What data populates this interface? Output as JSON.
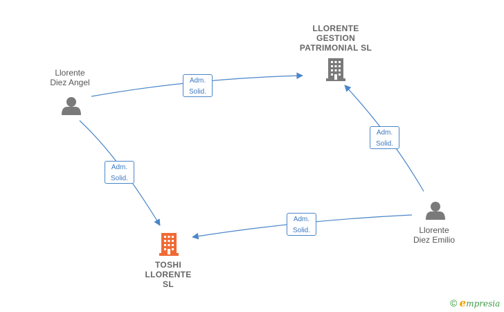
{
  "colors": {
    "edge": "#4a86c8",
    "person_icon": "#7a7a7a",
    "company_icon": "#7a7a7a",
    "main_company_icon": "#f06a35",
    "label_text": "#555555"
  },
  "nodes": {
    "person_angel": {
      "label": "Llorente\nDiez Angel",
      "icon": "person-icon"
    },
    "person_emilio": {
      "label": "Llorente\nDiez Emilio",
      "icon": "person-icon"
    },
    "company_gestion": {
      "label": "LLORENTE\nGESTION\nPATRIMONIAL SL",
      "icon": "building-icon"
    },
    "company_toshi": {
      "label": "TOSHI\nLLORENTE\nSL",
      "icon": "building-icon"
    }
  },
  "edges": [
    {
      "from": "person_angel",
      "to": "company_gestion",
      "label": "Adm.\nSolid."
    },
    {
      "from": "person_angel",
      "to": "company_toshi",
      "label": "Adm.\nSolid."
    },
    {
      "from": "person_emilio",
      "to": "company_gestion",
      "label": "Adm.\nSolid."
    },
    {
      "from": "person_emilio",
      "to": "company_toshi",
      "label": "Adm.\nSolid."
    }
  ],
  "brand": {
    "copyright": "©",
    "initial": "e",
    "rest": "mpresia"
  }
}
